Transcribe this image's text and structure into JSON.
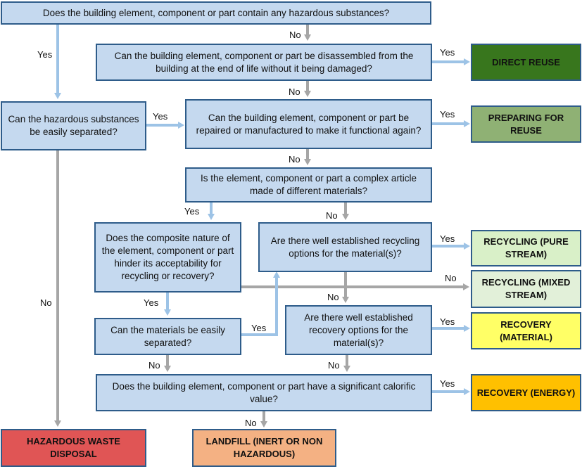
{
  "questions": {
    "q1": "Does the building element, component or part contain any hazardous substances?",
    "q2": "Can the building element, component or part be disassembled from the building at the end of life without it being damaged?",
    "q3": "Can the hazardous substances be easily separated?",
    "q4": "Can the building element, component or part be repaired or manufactured to make it functional again?",
    "q5": "Is the element, component or part a complex article made of different materials?",
    "q6": "Does the composite nature of the element, component or part hinder its acceptability for recycling or recovery?",
    "q7": "Are there well established recycling options for the material(s)?",
    "q8": "Can the materials be easily separated?",
    "q9": "Are there well established recovery options for the material(s)?",
    "q10": "Does the building element, component or part have a significant calorific value?"
  },
  "outcomes": {
    "direct_reuse": "DIRECT REUSE",
    "preparing_reuse": "PREPARING FOR REUSE",
    "recycling_pure": "RECYCLING (PURE STREAM)",
    "recycling_mixed": "RECYCLING (MIXED STREAM)",
    "recovery_material": "RECOVERY (MATERIAL)",
    "recovery_energy": "RECOVERY (ENERGY)",
    "hazardous": "HAZARDOUS WASTE DISPOSAL",
    "landfill": "LANDFILL (INERT OR NON HAZARDOUS)"
  },
  "labels": {
    "yes": "Yes",
    "no": "No"
  },
  "colors": {
    "question_fill": "#c5d9ef",
    "box_border": "#2e5c8a",
    "yes_arrow": "#9dc3e6",
    "no_arrow": "#a6a6a6",
    "direct_reuse": "#38761d",
    "preparing_reuse": "#8fb174",
    "recycling_pure": "#d9f0c8",
    "recycling_mixed": "#e2f0d9",
    "recovery_material": "#ffff66",
    "recovery_energy": "#ffc000",
    "hazardous": "#e05555",
    "landfill": "#f4b183"
  }
}
